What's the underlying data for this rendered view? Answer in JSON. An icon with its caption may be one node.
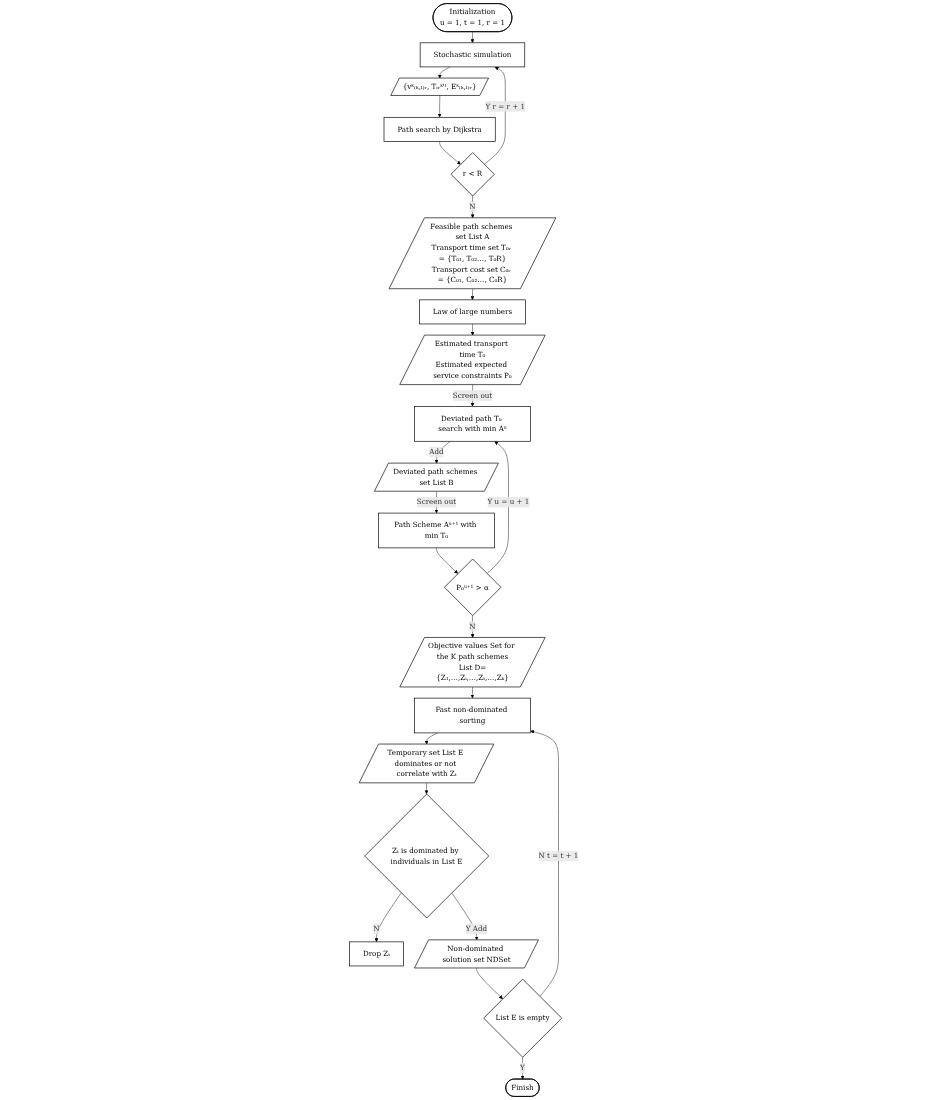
{
  "diagram": {
    "nodes": [
      {
        "text": [
          "Initialization",
          "u = 1, t = 1, r = 1"
        ]
      },
      {
        "text": [
          "Stochastic simulation"
        ]
      },
      {
        "text": [
          "{vᵏ₍ₕ,ₗ₎ᵣ, Tᵢᵣᵏ'ˡ, Eᵏ₍ₕ,ₗ₎ᵣ}"
        ]
      },
      {
        "text": [
          "Path search by Dijkstra"
        ]
      },
      {
        "text": [
          "r < R"
        ]
      },
      {
        "text": [
          "Feasible path schemes set List A",
          "Transport time set T₀ᵣ = {T₀₁, T₀₂…, T₀R}",
          "Transport cost set C₀ᵣ = {C₀₁, C₀₂…, C₀R}"
        ]
      },
      {
        "text": [
          "Law of large numbers"
        ]
      },
      {
        "text": [
          "Estimated transport time T₀",
          "Estimated expected service constraints P₀"
        ]
      },
      {
        "text": [
          "Deviated path T₀ search with min Aᵘ"
        ]
      },
      {
        "text": [
          "Deviated path schemes set List B"
        ]
      },
      {
        "text": [
          "Path Scheme Aᵘ⁺¹ with min T₀"
        ]
      },
      {
        "text": [
          "P₀ᵘ⁺¹ > α"
        ]
      },
      {
        "text": [
          "Objective values Set for the K path schemes",
          "List D={Z₁,…,Zᵢ,…,Zₜ,…,Zₖ}"
        ]
      },
      {
        "text": [
          "Fast non-dominated sorting"
        ]
      },
      {
        "text": [
          "Temporary set List E dominates or not correlate with Zₜ"
        ]
      },
      {
        "text": [
          "Zₜ is dominated by individuals in List E"
        ]
      },
      {
        "text": [
          "Drop Zₜ"
        ]
      },
      {
        "text": [
          "Non-dominated solution set NDSet"
        ]
      },
      {
        "text": [
          "List E is empty"
        ]
      },
      {
        "text": [
          "Finish"
        ]
      }
    ],
    "edges": [
      {
        "from": 0,
        "to": 1,
        "arrow": "to"
      },
      {
        "from": 1,
        "to": 2,
        "arrow": "to"
      },
      {
        "from": 2,
        "to": 3,
        "arrow": "to"
      },
      {
        "from": 3,
        "to": 4,
        "arrow": "to"
      },
      {
        "from": 4,
        "to": 1,
        "arrow": "to",
        "label": "Y r = r + 1"
      },
      {
        "from": 4,
        "to": 5,
        "arrow": "to",
        "label": "N"
      },
      {
        "from": 5,
        "to": 6,
        "arrow": "to"
      },
      {
        "from": 6,
        "to": 7,
        "arrow": "to"
      },
      {
        "from": 7,
        "to": 8,
        "arrow": "to",
        "label": "Screen out"
      },
      {
        "from": 8,
        "to": 9,
        "arrow": "to",
        "label": "Add"
      },
      {
        "from": 9,
        "to": 10,
        "arrow": "to",
        "label": "Screen out"
      },
      {
        "from": 10,
        "to": 11,
        "arrow": "to"
      },
      {
        "from": 11,
        "to": 8,
        "arrow": "to",
        "label": "Y u = u + 1"
      },
      {
        "from": 11,
        "to": 12,
        "arrow": "to",
        "label": "N"
      },
      {
        "from": 12,
        "to": 13,
        "arrow": "to"
      },
      {
        "from": 13,
        "to": 14,
        "arrow": "to"
      },
      {
        "from": 14,
        "to": 15,
        "arrow": "to"
      },
      {
        "from": 15,
        "to": 16,
        "arrow": "to",
        "label": "N"
      },
      {
        "from": 15,
        "to": 17,
        "arrow": "to",
        "label": "Y Add"
      },
      {
        "from": 17,
        "to": 18,
        "arrow": "to"
      },
      {
        "from": 18,
        "to": 13,
        "arrow": "to",
        "label": "N t = t + 1"
      },
      {
        "from": 18,
        "to": 19,
        "arrow": "to",
        "label": "Y"
      }
    ]
  }
}
